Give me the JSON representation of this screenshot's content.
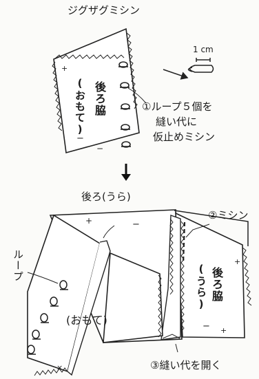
{
  "top": {
    "zigzag_label": "ジグザグミシン",
    "back_side_label": "後ろ脇",
    "face_label": "(おもて)",
    "loop_size_label": "1 cm",
    "step1_lines": [
      "①ループ５個を",
      "縫い代に",
      "仮止めミシン"
    ],
    "plus": "+",
    "minus": "−"
  },
  "bottom": {
    "back_label": "後ろ(うら)",
    "step2_label": "②ミシン",
    "loop_label": "ループ",
    "back_side_label": "後ろ脇",
    "reverse_label": "(うら)",
    "face_label": "(おもて)",
    "step3_label": "③縫い代を開く"
  },
  "arrow": "↓"
}
